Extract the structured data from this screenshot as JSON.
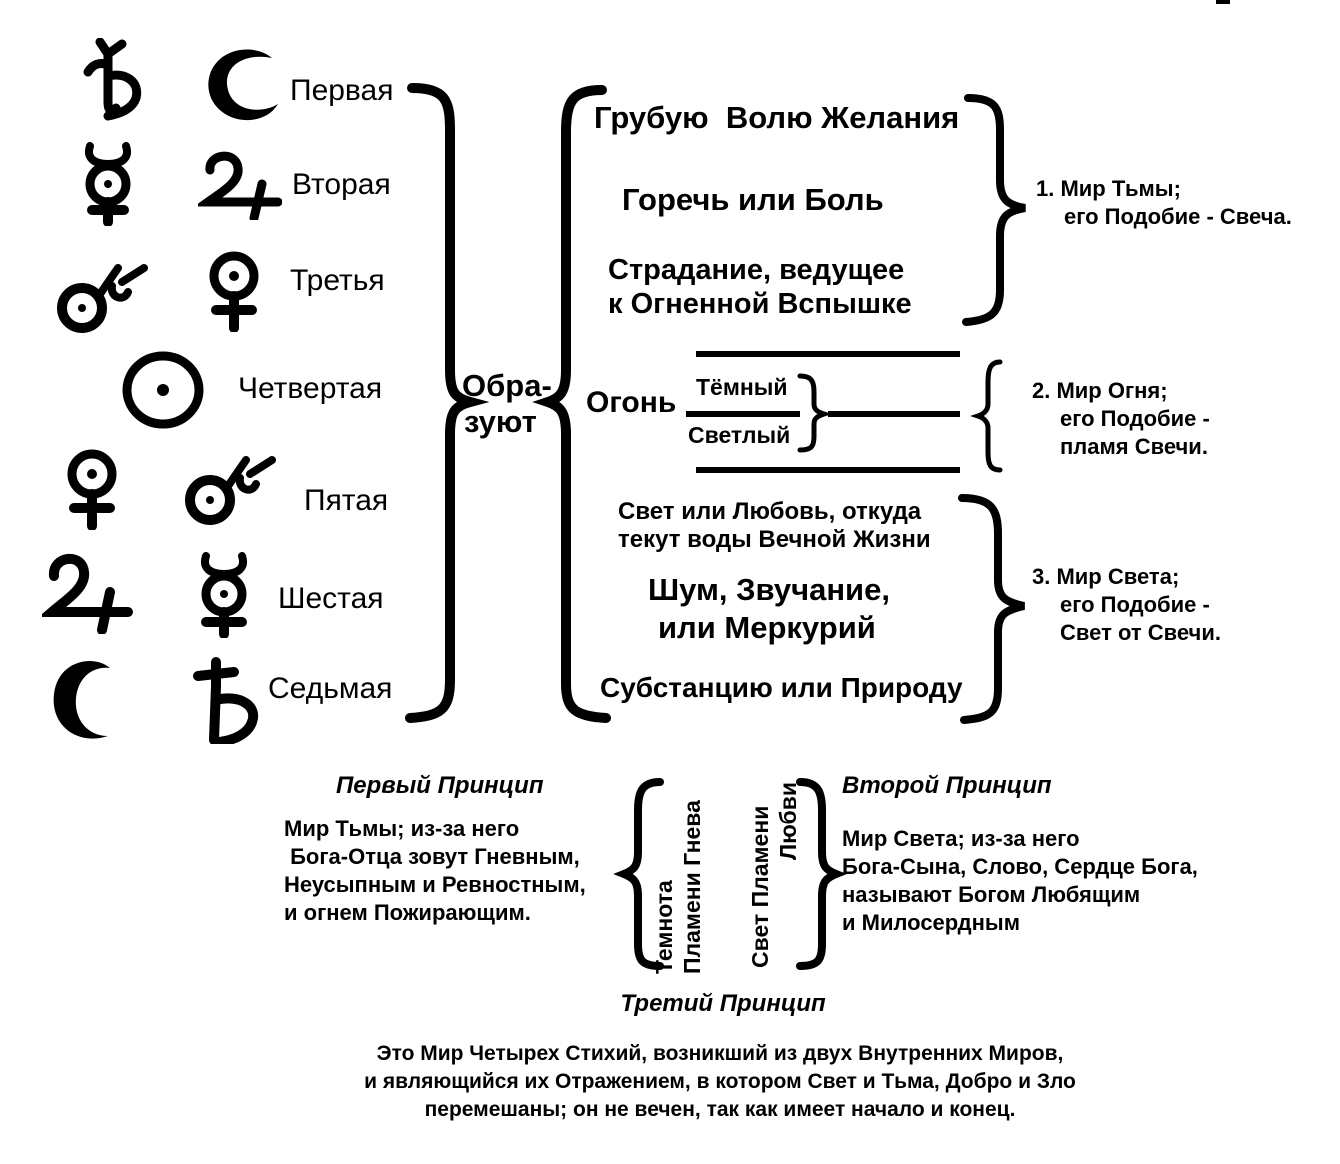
{
  "colors": {
    "ink": "#000000",
    "paper": "#ffffff"
  },
  "forms": [
    {
      "label": "Первая",
      "symbols": [
        "saturn-icon",
        "moon-icon"
      ]
    },
    {
      "label": "Вторая",
      "symbols": [
        "mercury-horned-icon",
        "jupiter-icon"
      ]
    },
    {
      "label": "Третья",
      "symbols": [
        "mars-icon",
        "venus-icon"
      ]
    },
    {
      "label": "Четвертая",
      "symbols": [
        "sun-icon"
      ]
    },
    {
      "label": "Пятая",
      "symbols": [
        "venus-icon",
        "mars-icon"
      ]
    },
    {
      "label": "Шестая",
      "symbols": [
        "jupiter-icon",
        "mercury-horned-icon"
      ]
    },
    {
      "label": "Седьмая",
      "symbols": [
        "moon-icon",
        "saturn-icon"
      ]
    }
  ],
  "middle": {
    "line1": "Обра-",
    "line2": "зуют"
  },
  "properties": {
    "p1": "Грубую  Волю Желания",
    "p2": "Горечь или Боль",
    "p3_line1": "Страдание, ведущее",
    "p3_line2": "к Огненной Вспышке",
    "fire": "Огонь",
    "fire_dark": "Тёмный",
    "fire_light": "Светлый",
    "p5_line1": "Свет или Любовь, откуда",
    "p5_line2": "текут воды Вечной Жизни",
    "p6_line1": "Шум, Звучание,",
    "p6_line2": "или Меркурий",
    "p7": "Субстанцию или Природу"
  },
  "worlds": [
    {
      "line1": "1. Мир Тьмы;",
      "line2": "его Подобие - Свеча.",
      "line3": ""
    },
    {
      "line1": "2. Мир Огня;",
      "line2": "его Подобие -",
      "line3": "пламя Свечи."
    },
    {
      "line1": "3. Мир Света;",
      "line2": "его Подобие -",
      "line3": "Свет от Свечи."
    }
  ],
  "principles": {
    "first": {
      "title": "Первый Принцип",
      "lines": [
        "Мир Тьмы; из-за него",
        " Бога-Отца зовут Гневным,",
        "Неусыпным и Ревностным,",
        "и огнем Пожирающим."
      ]
    },
    "dark_flame": {
      "line1": "Темнота",
      "line2": "Пламени Гнева"
    },
    "light_flame": {
      "line1": "Свет Пламени",
      "line2": "Любви"
    },
    "second": {
      "title": "Второй Принцип",
      "lines": [
        "Мир Света; из-за него",
        "Бога-Сына, Слово, Сердце Бога,",
        "называют Богом Любящим",
        "и Милосердным"
      ]
    },
    "third": {
      "title": "Третий Принцип",
      "lines": [
        "Это Мир Четырех Стихий, возникший из двух Внутренних Миров,",
        "и являющийся их Отражением, в котором Свет и Тьма, Добро и Зло",
        "перемешаны; он не вечен, так как имеет начало и конец."
      ]
    }
  }
}
